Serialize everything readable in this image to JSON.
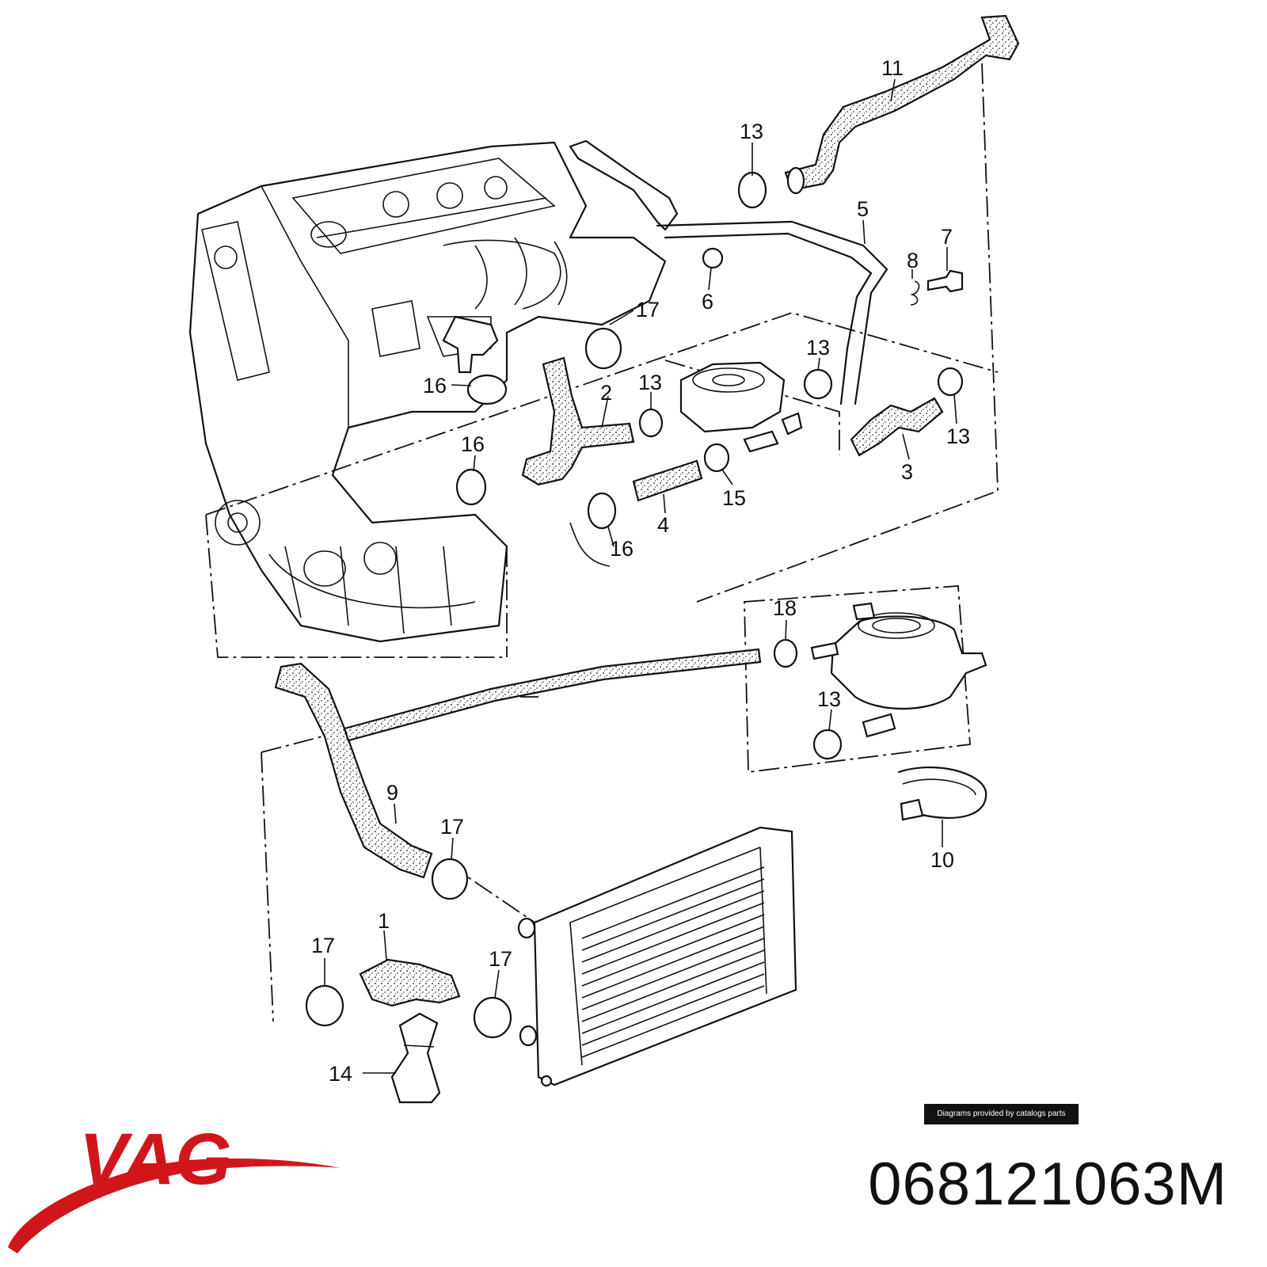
{
  "diagram": {
    "callouts": [
      {
        "id": "c11",
        "label": "11"
      },
      {
        "id": "c13a",
        "label": "13"
      },
      {
        "id": "c5",
        "label": "5"
      },
      {
        "id": "c7",
        "label": "7"
      },
      {
        "id": "c8",
        "label": "8"
      },
      {
        "id": "c6",
        "label": "6"
      },
      {
        "id": "c17a",
        "label": "17"
      },
      {
        "id": "c13b",
        "label": "13"
      },
      {
        "id": "c13c",
        "label": "13"
      },
      {
        "id": "c16a",
        "label": "16"
      },
      {
        "id": "c2",
        "label": "2"
      },
      {
        "id": "c13d",
        "label": "13"
      },
      {
        "id": "c3",
        "label": "3"
      },
      {
        "id": "c16b",
        "label": "16"
      },
      {
        "id": "c15",
        "label": "15"
      },
      {
        "id": "c4",
        "label": "4"
      },
      {
        "id": "c16c",
        "label": "16"
      },
      {
        "id": "c18",
        "label": "18"
      },
      {
        "id": "c13e",
        "label": "13"
      },
      {
        "id": "c9",
        "label": "9"
      },
      {
        "id": "c17b",
        "label": "17"
      },
      {
        "id": "c10",
        "label": "10"
      },
      {
        "id": "c1",
        "label": "1"
      },
      {
        "id": "c17c",
        "label": "17"
      },
      {
        "id": "c17d",
        "label": "17"
      },
      {
        "id": "c14",
        "label": "14"
      }
    ]
  },
  "footer": {
    "credit": "Diagrams provided by catalogs parts",
    "brand": "VAG",
    "part_number": "068121063M",
    "brand_color": "#d0161b"
  }
}
